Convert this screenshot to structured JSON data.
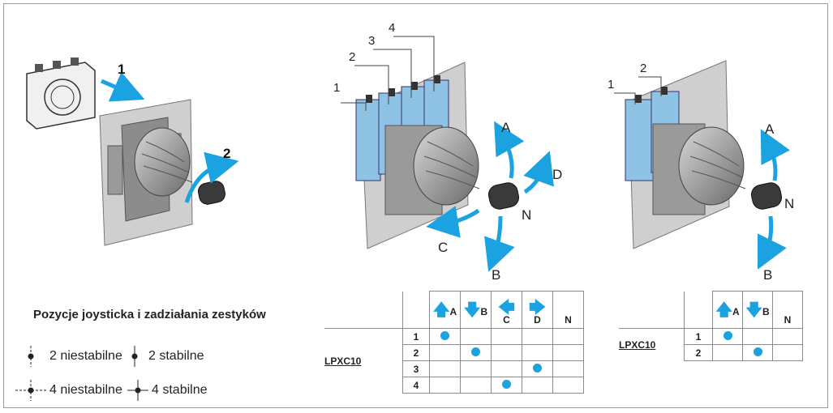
{
  "figure": {
    "step_labels": [
      "1",
      "2"
    ],
    "callouts_4": [
      "1",
      "2",
      "3",
      "4"
    ],
    "callouts_2": [
      "1",
      "2"
    ],
    "directions_4": [
      "A",
      "B",
      "C",
      "D",
      "N"
    ],
    "directions_2": [
      "A",
      "B",
      "N"
    ]
  },
  "legend": {
    "title": "Pozycje joysticka i zadziałania zestyków",
    "items": [
      "2 niestabilne",
      "2 stabilne",
      "4 niestabilne",
      "4 stabilne"
    ]
  },
  "table4": {
    "model": "LPXC10",
    "headers": [
      "A",
      "B",
      "C",
      "D",
      "N"
    ],
    "rows": [
      {
        "num": "1",
        "dot": 0
      },
      {
        "num": "2",
        "dot": 1
      },
      {
        "num": "3",
        "dot": 3
      },
      {
        "num": "4",
        "dot": 2
      }
    ]
  },
  "table2": {
    "model": "LPXC10",
    "headers": [
      "A",
      "B",
      "N"
    ],
    "rows": [
      {
        "num": "1",
        "dot": 0
      },
      {
        "num": "2",
        "dot": 1
      }
    ]
  },
  "colors": {
    "accent": "#1aa3e0",
    "panel": "#c8c8c8",
    "contact_block": "#8fc3e6",
    "knob": "#3a3a3a"
  }
}
